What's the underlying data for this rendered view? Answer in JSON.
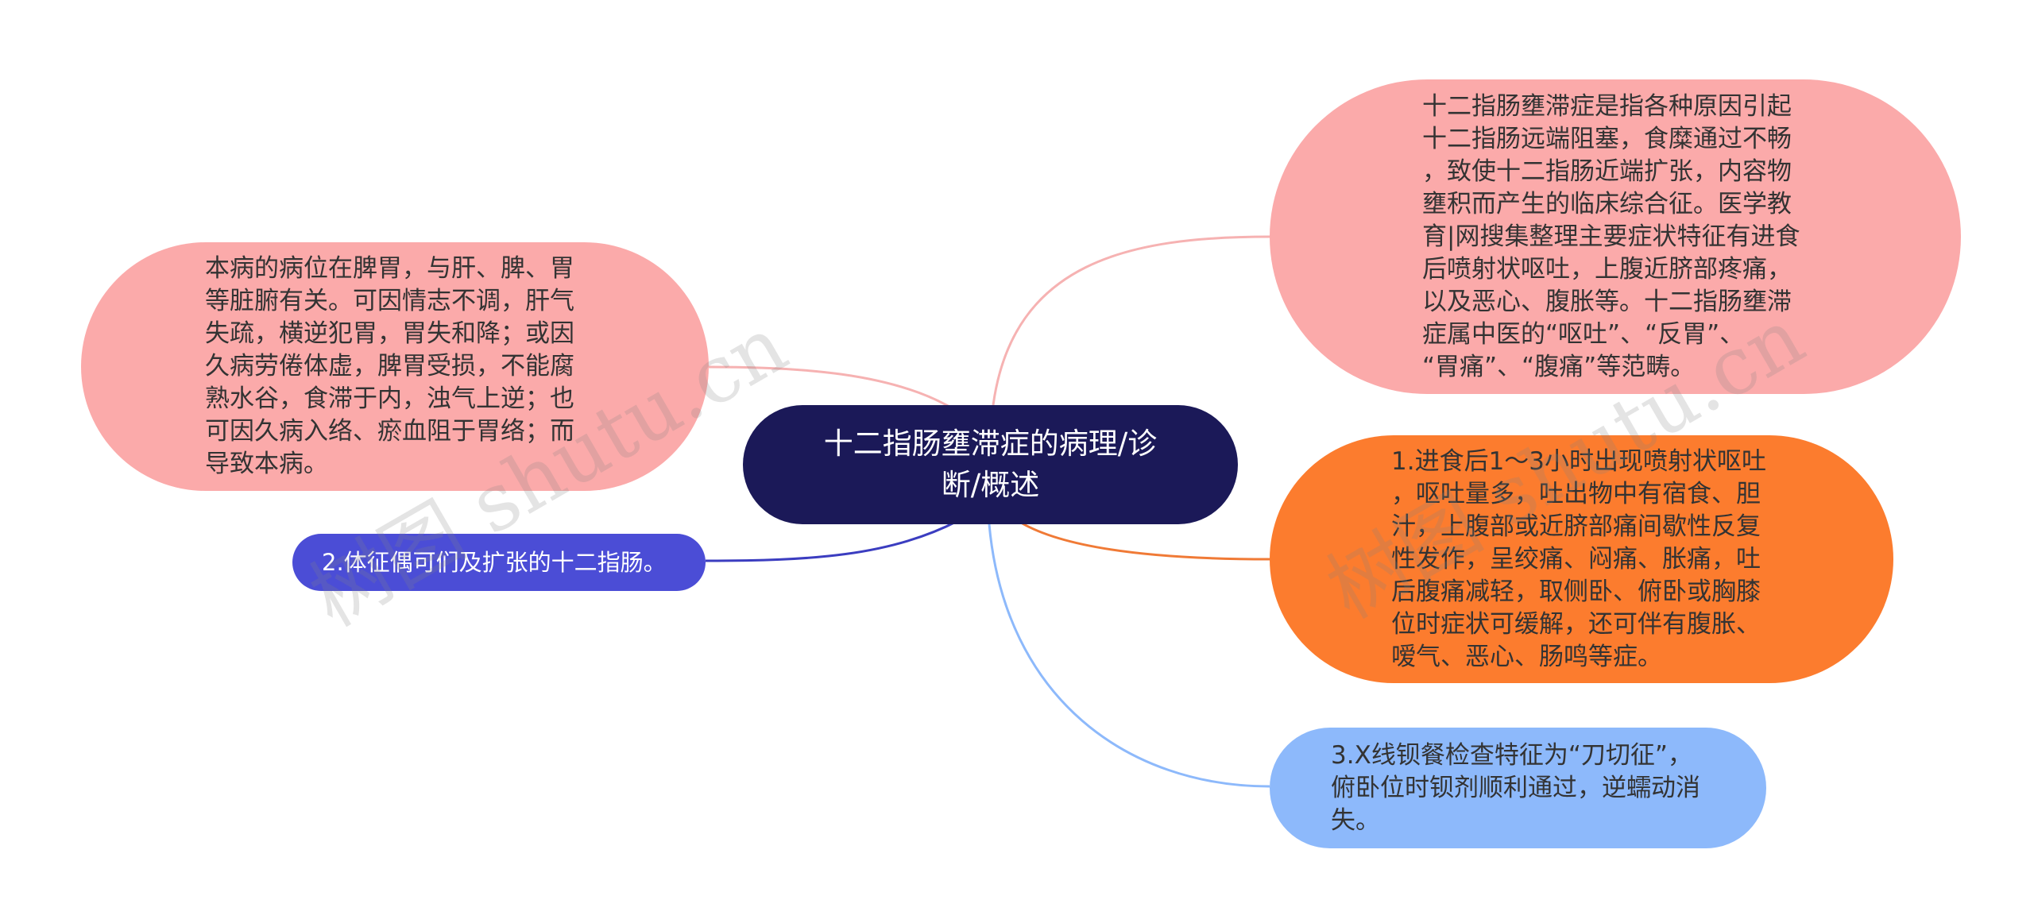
{
  "center": {
    "label": "十二指肠壅滞症的病理/诊\n断/概述",
    "color": "#1b1958"
  },
  "left_top": {
    "text": "本病的病位在脾胃，与肝、脾、胃\n等脏腑有关。可因情志不调，肝气\n失疏，横逆犯胃，胃失和降；或因\n久病劳倦体虚，脾胃受损，不能腐\n熟水谷，食滞于内，浊气上逆；也\n可因久病入络、瘀血阻于胃络；而\n导致本病。",
    "color": "#fbaaaa"
  },
  "left_bottom": {
    "text": "2.体征偶可们及扩张的十二指肠。",
    "color": "#4b4dd6"
  },
  "right_top": {
    "text": "十二指肠壅滞症是指各种原因引起\n十二指肠远端阻塞，食糜通过不畅\n，致使十二指肠近端扩张，内容物\n壅积而产生的临床综合征。医学教\n育|网搜集整理主要症状特征有进食\n后喷射状呕吐，上腹近脐部疼痛，\n以及恶心、腹胀等。十二指肠壅滞\n症属中医的“呕吐”、“反胃”、\n“胃痛”、“腹痛”等范畴。",
    "color": "#fbaaaa"
  },
  "right_mid": {
    "text": "1.进食后1～3小时出现喷射状呕吐\n，呕吐量多，吐出物中有宿食、胆\n汁，上腹部或近脐部痛间歇性反复\n性发作，呈绞痛、闷痛、胀痛，吐\n后腹痛减轻，取侧卧、俯卧或胸膝\n位时症状可缓解，还可伴有腹胀、\n嗳气、恶心、肠鸣等症。",
    "color": "#fc7c2e"
  },
  "right_bottom": {
    "text": "3.X线钡餐检查特征为“刀切征”，\n俯卧位时钡剂顺利通过，逆蠕动消\n失。",
    "color": "#8db9fb"
  },
  "watermarks": [
    "树图 shutu.cn",
    "树图 shutu.cn"
  ],
  "connector_colors": {
    "left_top": "#f6b2b2",
    "left_bottom": "#3b3dc0",
    "right_top": "#f6b2b2",
    "right_mid": "#f07a36",
    "right_bottom": "#8db9fb"
  }
}
